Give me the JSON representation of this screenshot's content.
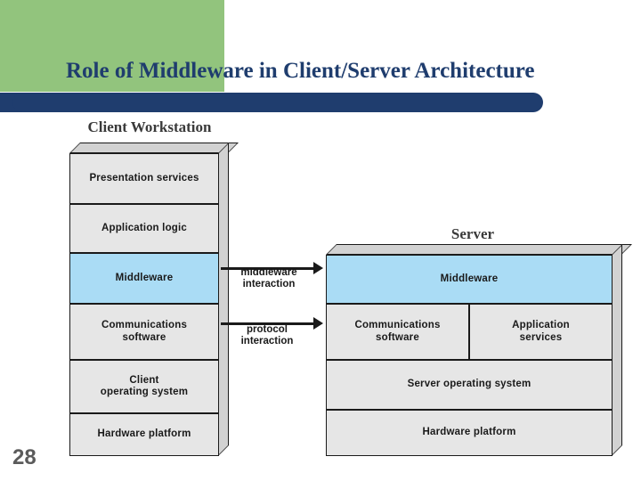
{
  "slide": {
    "title": "Role of Middleware in Client/Server Architecture",
    "page_number": "28",
    "title_color": "#1f3d6e",
    "accent_bar_color": "#1f3d6e",
    "accent_block_color": "#92c47d"
  },
  "diagram": {
    "type": "layered-architecture",
    "client": {
      "label": "Client Workstation",
      "layers": [
        {
          "text": "Presentation services",
          "highlight": false
        },
        {
          "text": "Application logic",
          "highlight": false
        },
        {
          "text": "Middleware",
          "highlight": true
        },
        {
          "text": "Communications\nsoftware",
          "highlight": false
        },
        {
          "text": "Client\noperating system",
          "highlight": false
        },
        {
          "text": "Hardware platform",
          "highlight": false
        }
      ]
    },
    "server": {
      "label": "Server",
      "layers": [
        {
          "text": "Middleware",
          "highlight": true
        },
        {
          "text": "Communications\nsoftware",
          "highlight": false
        },
        {
          "text": "Application\nservices",
          "highlight": false
        },
        {
          "text": "Server operating system",
          "highlight": false
        },
        {
          "text": "Hardware platform",
          "highlight": false
        }
      ]
    },
    "connections": [
      {
        "label": "middleware\ninteraction",
        "direction": "client-to-server"
      },
      {
        "label": "protocol\ninteraction",
        "direction": "client-to-server"
      }
    ],
    "colors": {
      "highlight": "#aadcf5",
      "box": "#e6e6e6",
      "box_top": "#d2d2d2",
      "outline": "#1a1a1a"
    }
  }
}
